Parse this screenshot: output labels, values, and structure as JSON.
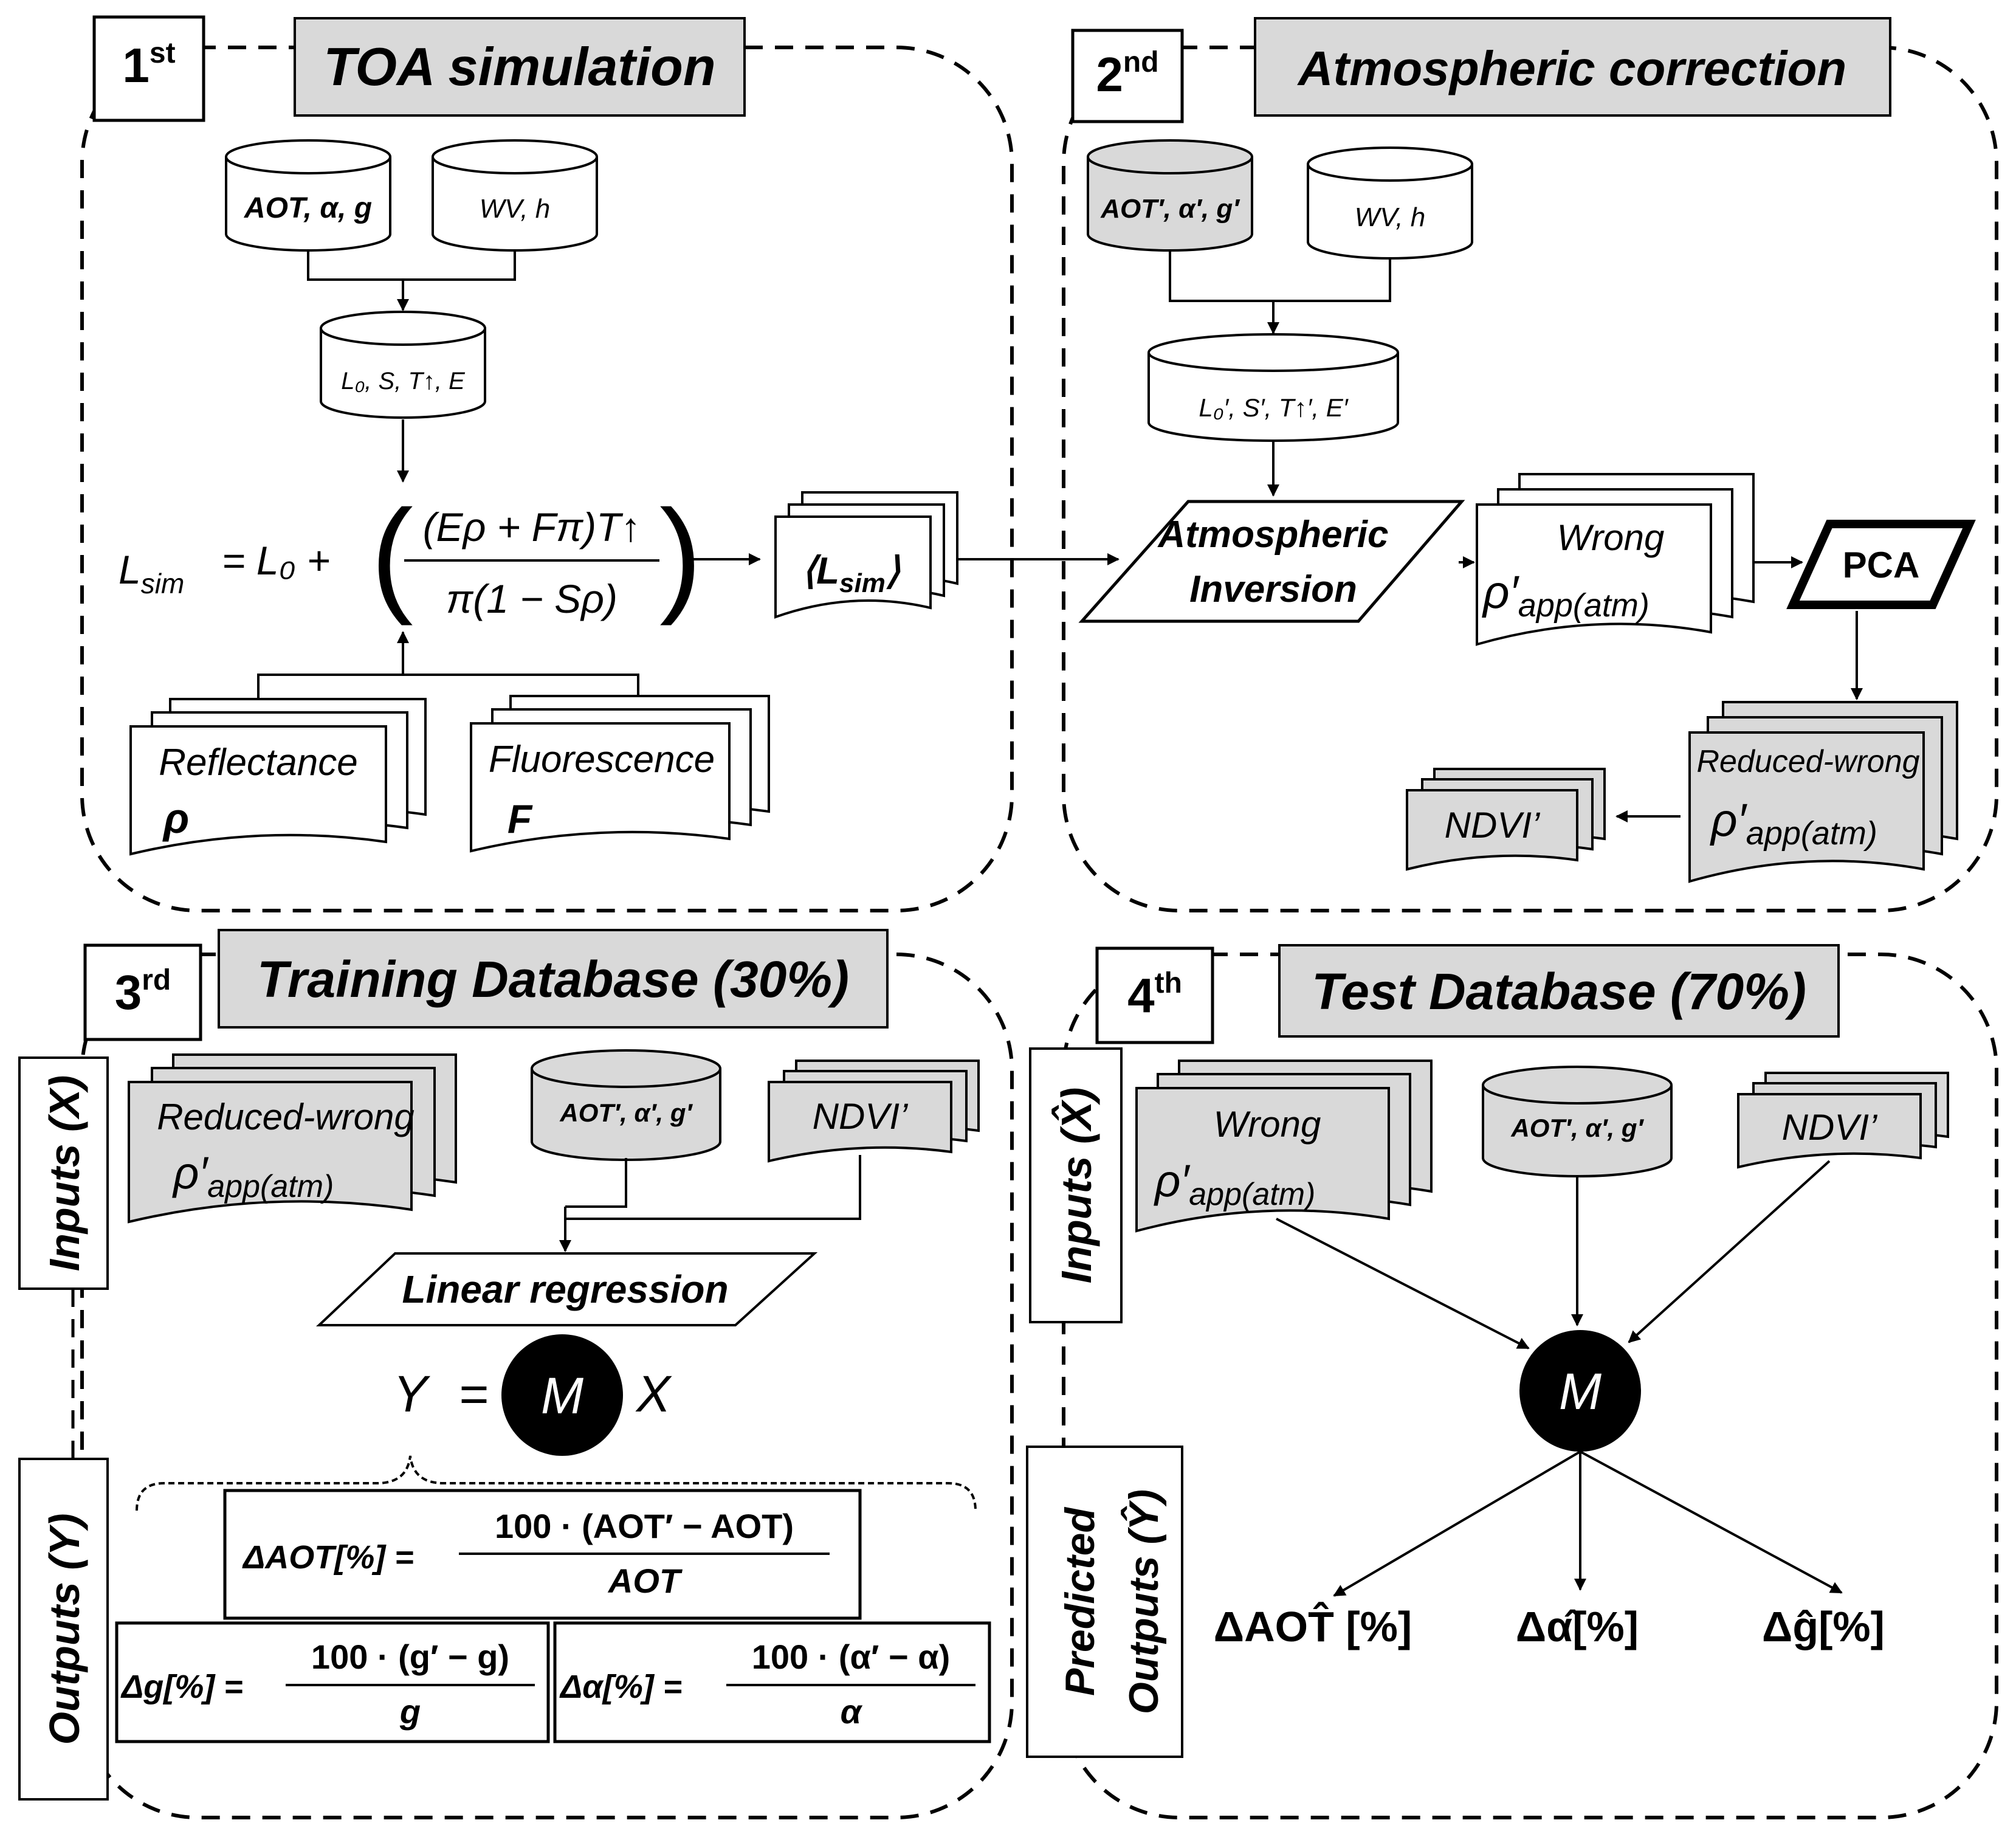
{
  "steps": {
    "s1": {
      "num": "1",
      "sup": "st",
      "title": "TOA simulation"
    },
    "s2": {
      "num": "2",
      "sup": "nd",
      "title": "Atmospheric correction"
    },
    "s3": {
      "num": "3",
      "sup": "rd",
      "title": "Training Database (30%)"
    },
    "s4": {
      "num": "4",
      "sup": "th",
      "title": "Test Database (70%)"
    }
  },
  "s1": {
    "db_aerosol": "AOT, α, g",
    "db_wv": "WV, h",
    "db_params": "L₀, S, T↑, E",
    "equation_lhs": "L",
    "equation_lhs_sub": "sim",
    "equation_mid": "= L₀ +",
    "equation_numerator": "(Eρ + Fπ)T↑",
    "equation_denominator": "π(1 − Sρ)",
    "output_doc": "⟨L",
    "output_doc_sub": "sim",
    "output_doc_close": "⟩",
    "reflectance_label": "Reflectance",
    "reflectance_symbol": "ρ",
    "fluorescence_label": "Fluorescence",
    "fluorescence_symbol": "F"
  },
  "s2": {
    "db_aerosol": "AOT′, α′, g′",
    "db_wv": "WV, h",
    "db_params": "L₀′, S′, T↑′, E′",
    "inversion_line1": "Atmospheric",
    "inversion_line2": "Inversion",
    "wrong_label": "Wrong",
    "rho_symbol": "ρ′",
    "rho_sub": "app(atm)",
    "pca_label": "PCA",
    "reduced_label": "Reduced-wrong",
    "ndvi_label": "NDVI’"
  },
  "s3": {
    "side_inputs": "Inputs (X)",
    "side_outputs": "Outputs (Y)",
    "reduced_label": "Reduced-wrong",
    "rho_symbol": "ρ′",
    "rho_sub": "app(atm)",
    "db_aerosol": "AOT′, α′, g′",
    "ndvi_label": "NDVI’",
    "regression_label": "Linear regression",
    "model_y": "Y",
    "model_eq": "=",
    "model_m": "M",
    "model_x": "X",
    "f_aot_lhs": "ΔAOT[%] =",
    "f_aot_num": "100 · (AOT′ − AOT)",
    "f_aot_den": "AOT",
    "f_g_lhs": "Δg[%] =",
    "f_g_num": "100 · (g′ − g)",
    "f_g_den": "g",
    "f_a_lhs": "Δα[%] =",
    "f_a_num": "100 · (α′ − α)",
    "f_a_den": "α"
  },
  "s4": {
    "side_inputs": "Inputs (X̂)",
    "side_pred1": "Predicted",
    "side_pred2": "Outputs (Ŷ)",
    "wrong_label": "Wrong",
    "rho_symbol": "ρ′",
    "rho_sub": "app(atm)",
    "db_aerosol": "AOT′, α′, g′",
    "ndvi_label": "NDVI’",
    "model_m": "M",
    "out_aot": "ΔAOT̂ [%]",
    "out_alpha": "Δα̂[%]",
    "out_g": "Δĝ[%]"
  },
  "colors": {
    "grey_fill": "#d9d9d9",
    "model_fill": "#000000",
    "stroke": "#000000"
  }
}
